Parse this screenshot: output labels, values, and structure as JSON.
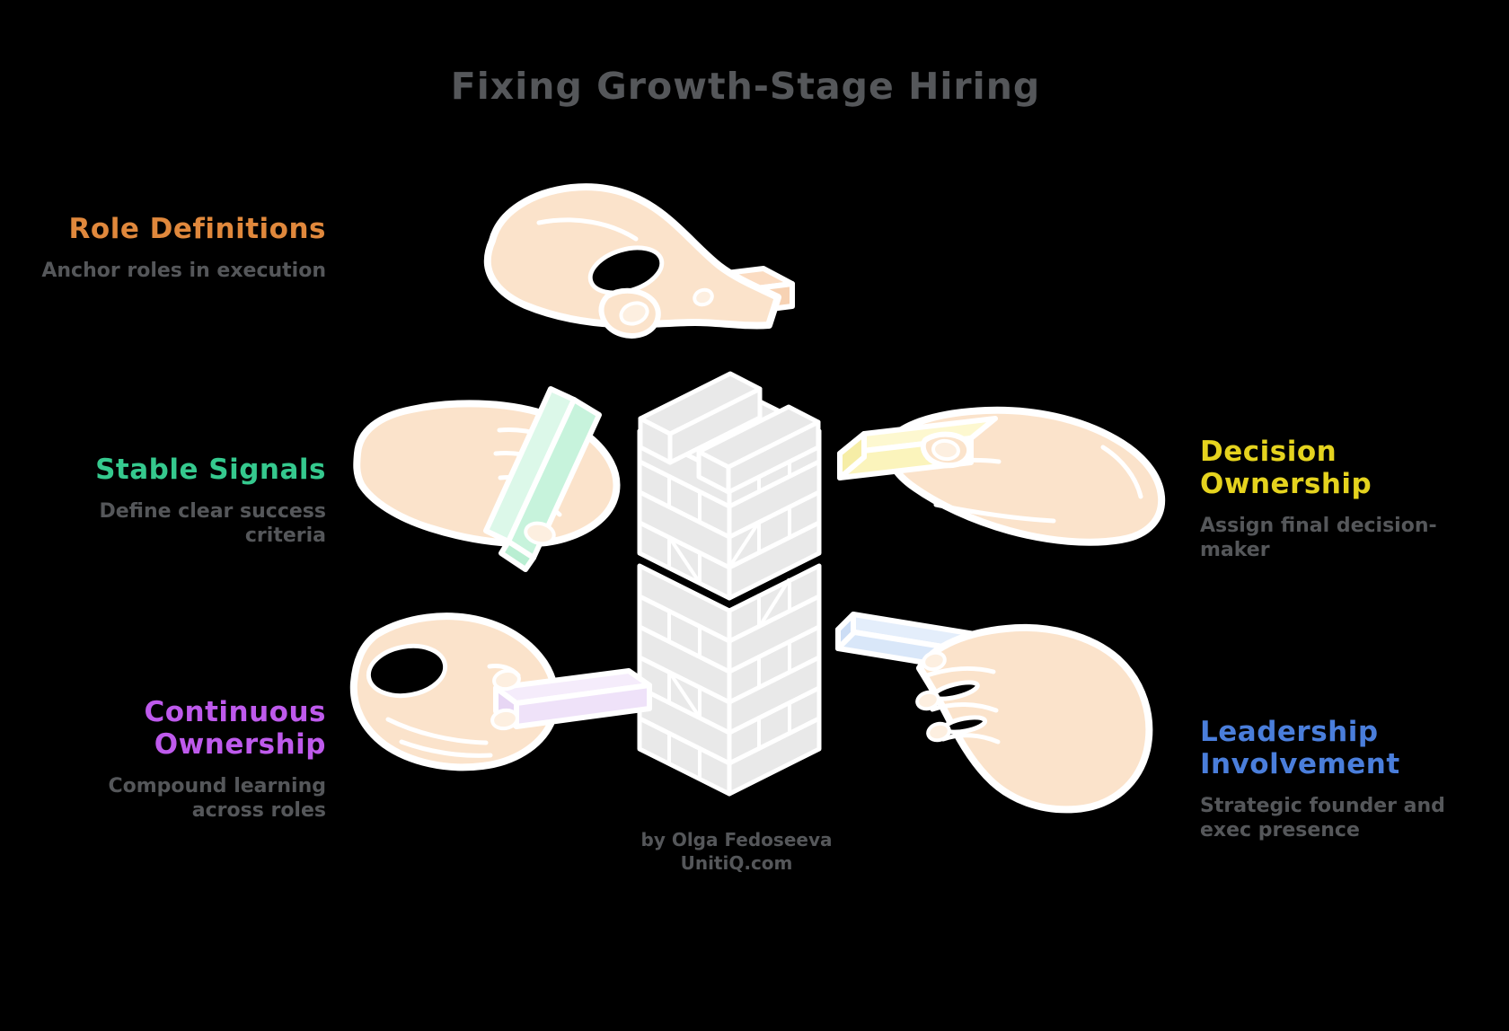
{
  "title": "Fixing Growth-Stage Hiring",
  "principles": [
    {
      "id": "role-definitions",
      "label": "Role Definitions",
      "description": "Anchor roles in execution",
      "color": "#E0883C",
      "side": "left"
    },
    {
      "id": "stable-signals",
      "label": "Stable Signals",
      "description": "Define clear success criteria",
      "color": "#35C98E",
      "side": "left"
    },
    {
      "id": "continuous-ownership",
      "label": "Continuous Ownership",
      "description": "Compound learning across roles",
      "color": "#BE5AEC",
      "side": "left"
    },
    {
      "id": "decision-ownership",
      "label": "Decision Ownership",
      "description": "Assign final decision-maker",
      "color": "#E5D31E",
      "side": "right"
    },
    {
      "id": "leadership-involvement",
      "label": "Leadership Involvement",
      "description": "Strategic founder and exec presence",
      "color": "#4A7EDB",
      "side": "right"
    }
  ],
  "attribution": {
    "by": "by Olga Fedoseeva",
    "site": "UnitiQ.com"
  },
  "colors": {
    "background": "#000000",
    "title_text": "#55575A",
    "description_text": "#55575A",
    "hand_skin": "#FBE3CB",
    "outline_white": "#FFFFFF",
    "tower_block_gray": "#E9E9E9",
    "block_peach": "#FBDCC2",
    "block_mint": "#C7F3DC",
    "block_pale_yellow": "#FBF4BC",
    "block_lavender": "#EFE2F9",
    "block_light_blue": "#D9E7F9"
  },
  "illustration": {
    "center": "jenga-tower",
    "hands": [
      "hand-placing-peach-block-top",
      "hand-holding-mint-block-left",
      "hand-holding-yellow-block-right",
      "hand-holding-lavender-block-bottom-left",
      "hand-holding-blue-block-bottom-right"
    ]
  }
}
